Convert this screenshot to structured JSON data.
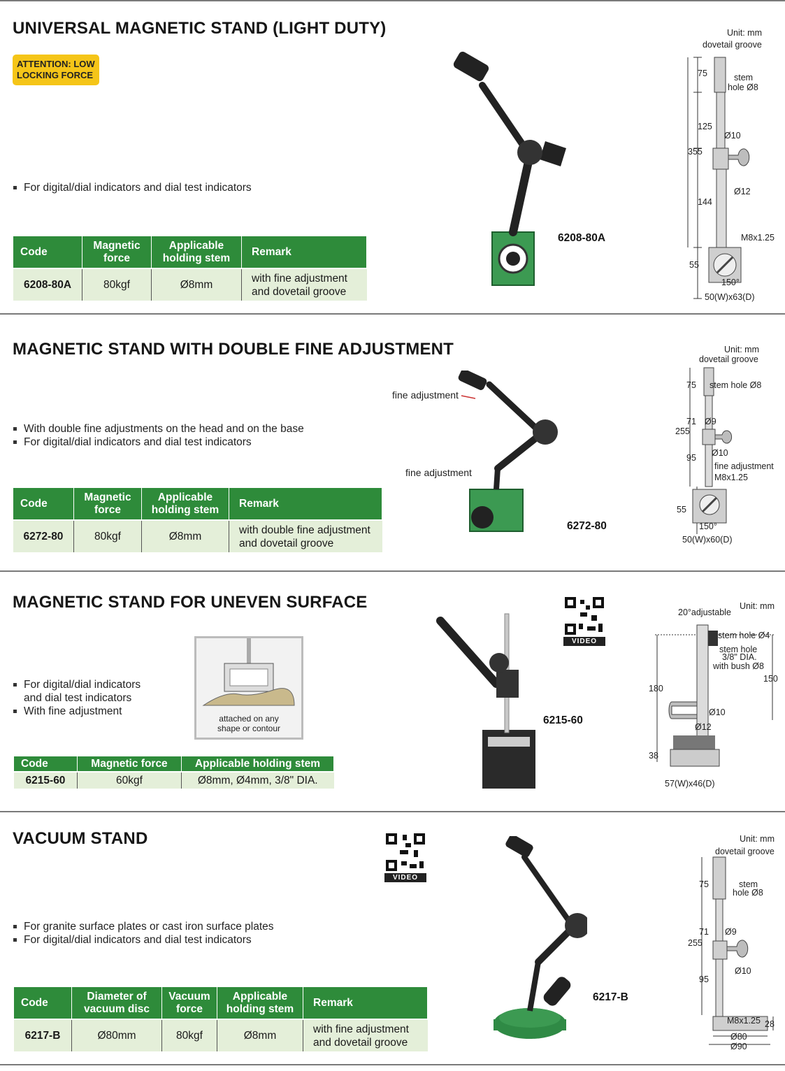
{
  "s1": {
    "title": "UNIVERSAL MAGNETIC STAND (LIGHT DUTY)",
    "badge_line1": "ATTENTION: LOW",
    "badge_line2": "LOCKING FORCE",
    "bullets": [
      "For digital/dial indicators and dial test indicators"
    ],
    "headers": [
      "Code",
      "Magnetic force",
      "Applicable holding stem",
      "Remark"
    ],
    "row": [
      "6208-80A",
      "80kgf",
      "Ø8mm",
      "with fine adjustment and dovetail groove"
    ],
    "code_label": "6208-80A",
    "diagram": {
      "unit": "Unit: mm",
      "dovetail": "dovetail groove",
      "stem": "stem",
      "stem2": "hole Ø8",
      "d10": "Ø10",
      "d12": "Ø12",
      "thread": "M8x1.25",
      "angle": "150°",
      "base": "50(W)x63(D)",
      "h75": "75",
      "h125": "125",
      "h144": "144",
      "h355": "355",
      "h55": "55"
    }
  },
  "s2": {
    "title": "MAGNETIC STAND WITH DOUBLE FINE ADJUSTMENT",
    "bullets": [
      "With double fine adjustments on the head and on the base",
      "For digital/dial indicators and dial test indicators"
    ],
    "headers": [
      "Code",
      "Magnetic force",
      "Applicable holding stem",
      "Remark"
    ],
    "row": [
      "6272-80",
      "80kgf",
      "Ø8mm",
      "with double fine adjustment and dovetail groove"
    ],
    "code_label": "6272-80",
    "fine1": "fine adjustment",
    "fine2": "fine adjustment",
    "diagram": {
      "unit": "Unit: mm",
      "dovetail": "dovetail groove",
      "stem": "stem hole Ø8",
      "d9": "Ø9",
      "d10": "Ø10",
      "fine": "fine adjustment",
      "thread": "M8x1.25",
      "angle": "150°",
      "base": "50(W)x60(D)",
      "h75": "75",
      "h71": "71",
      "h95": "95",
      "h255": "255",
      "h55": "55"
    }
  },
  "s3": {
    "title": "MAGNETIC STAND FOR UNEVEN SURFACE",
    "bullets": [
      "For digital/dial indicators",
      "and dial test indicators",
      "With fine adjustment"
    ],
    "inset_caption1": "attached on any",
    "inset_caption2": "shape or contour",
    "headers": [
      "Code",
      "Magnetic force",
      "Applicable holding stem"
    ],
    "row": [
      "6215-60",
      "60kgf",
      "Ø8mm, Ø4mm, 3/8\" DIA."
    ],
    "code_label": "6215-60",
    "video": "VIDEO",
    "diagram": {
      "unit": "Unit: mm",
      "adj": "20°adjustable",
      "stem4": "stem hole Ø4",
      "stemhole": "stem hole",
      "dia": "3/8\" DIA.",
      "bush": "with bush Ø8",
      "d10": "Ø10",
      "d12": "Ø12",
      "h180": "180",
      "h150": "150",
      "h38": "38",
      "base": "57(W)x46(D)"
    }
  },
  "s4": {
    "title": "VACUUM STAND",
    "bullets": [
      "For granite surface plates or cast iron surface plates",
      "For digital/dial indicators and dial test indicators"
    ],
    "headers": [
      "Code",
      "Diameter of vacuum disc",
      "Vacuum force",
      "Applicable holding stem",
      "Remark"
    ],
    "row": [
      "6217-B",
      "Ø80mm",
      "80kgf",
      "Ø8mm",
      "with fine adjustment and dovetail groove"
    ],
    "code_label": "6217-B",
    "video": "VIDEO",
    "diagram": {
      "unit": "Unit: mm",
      "dovetail": "dovetail groove",
      "stem": "stem",
      "stem2": "hole Ø8",
      "d9": "Ø9",
      "d10": "Ø10",
      "thread": "M8x1.25",
      "d80": "Ø80",
      "d90": "Ø90",
      "h75": "75",
      "h71": "71",
      "h95": "95",
      "h255": "255",
      "h28": "28"
    }
  },
  "colors": {
    "green": "#2e8b3a",
    "light_green": "#e4efd9",
    "badge": "#f5c518"
  }
}
